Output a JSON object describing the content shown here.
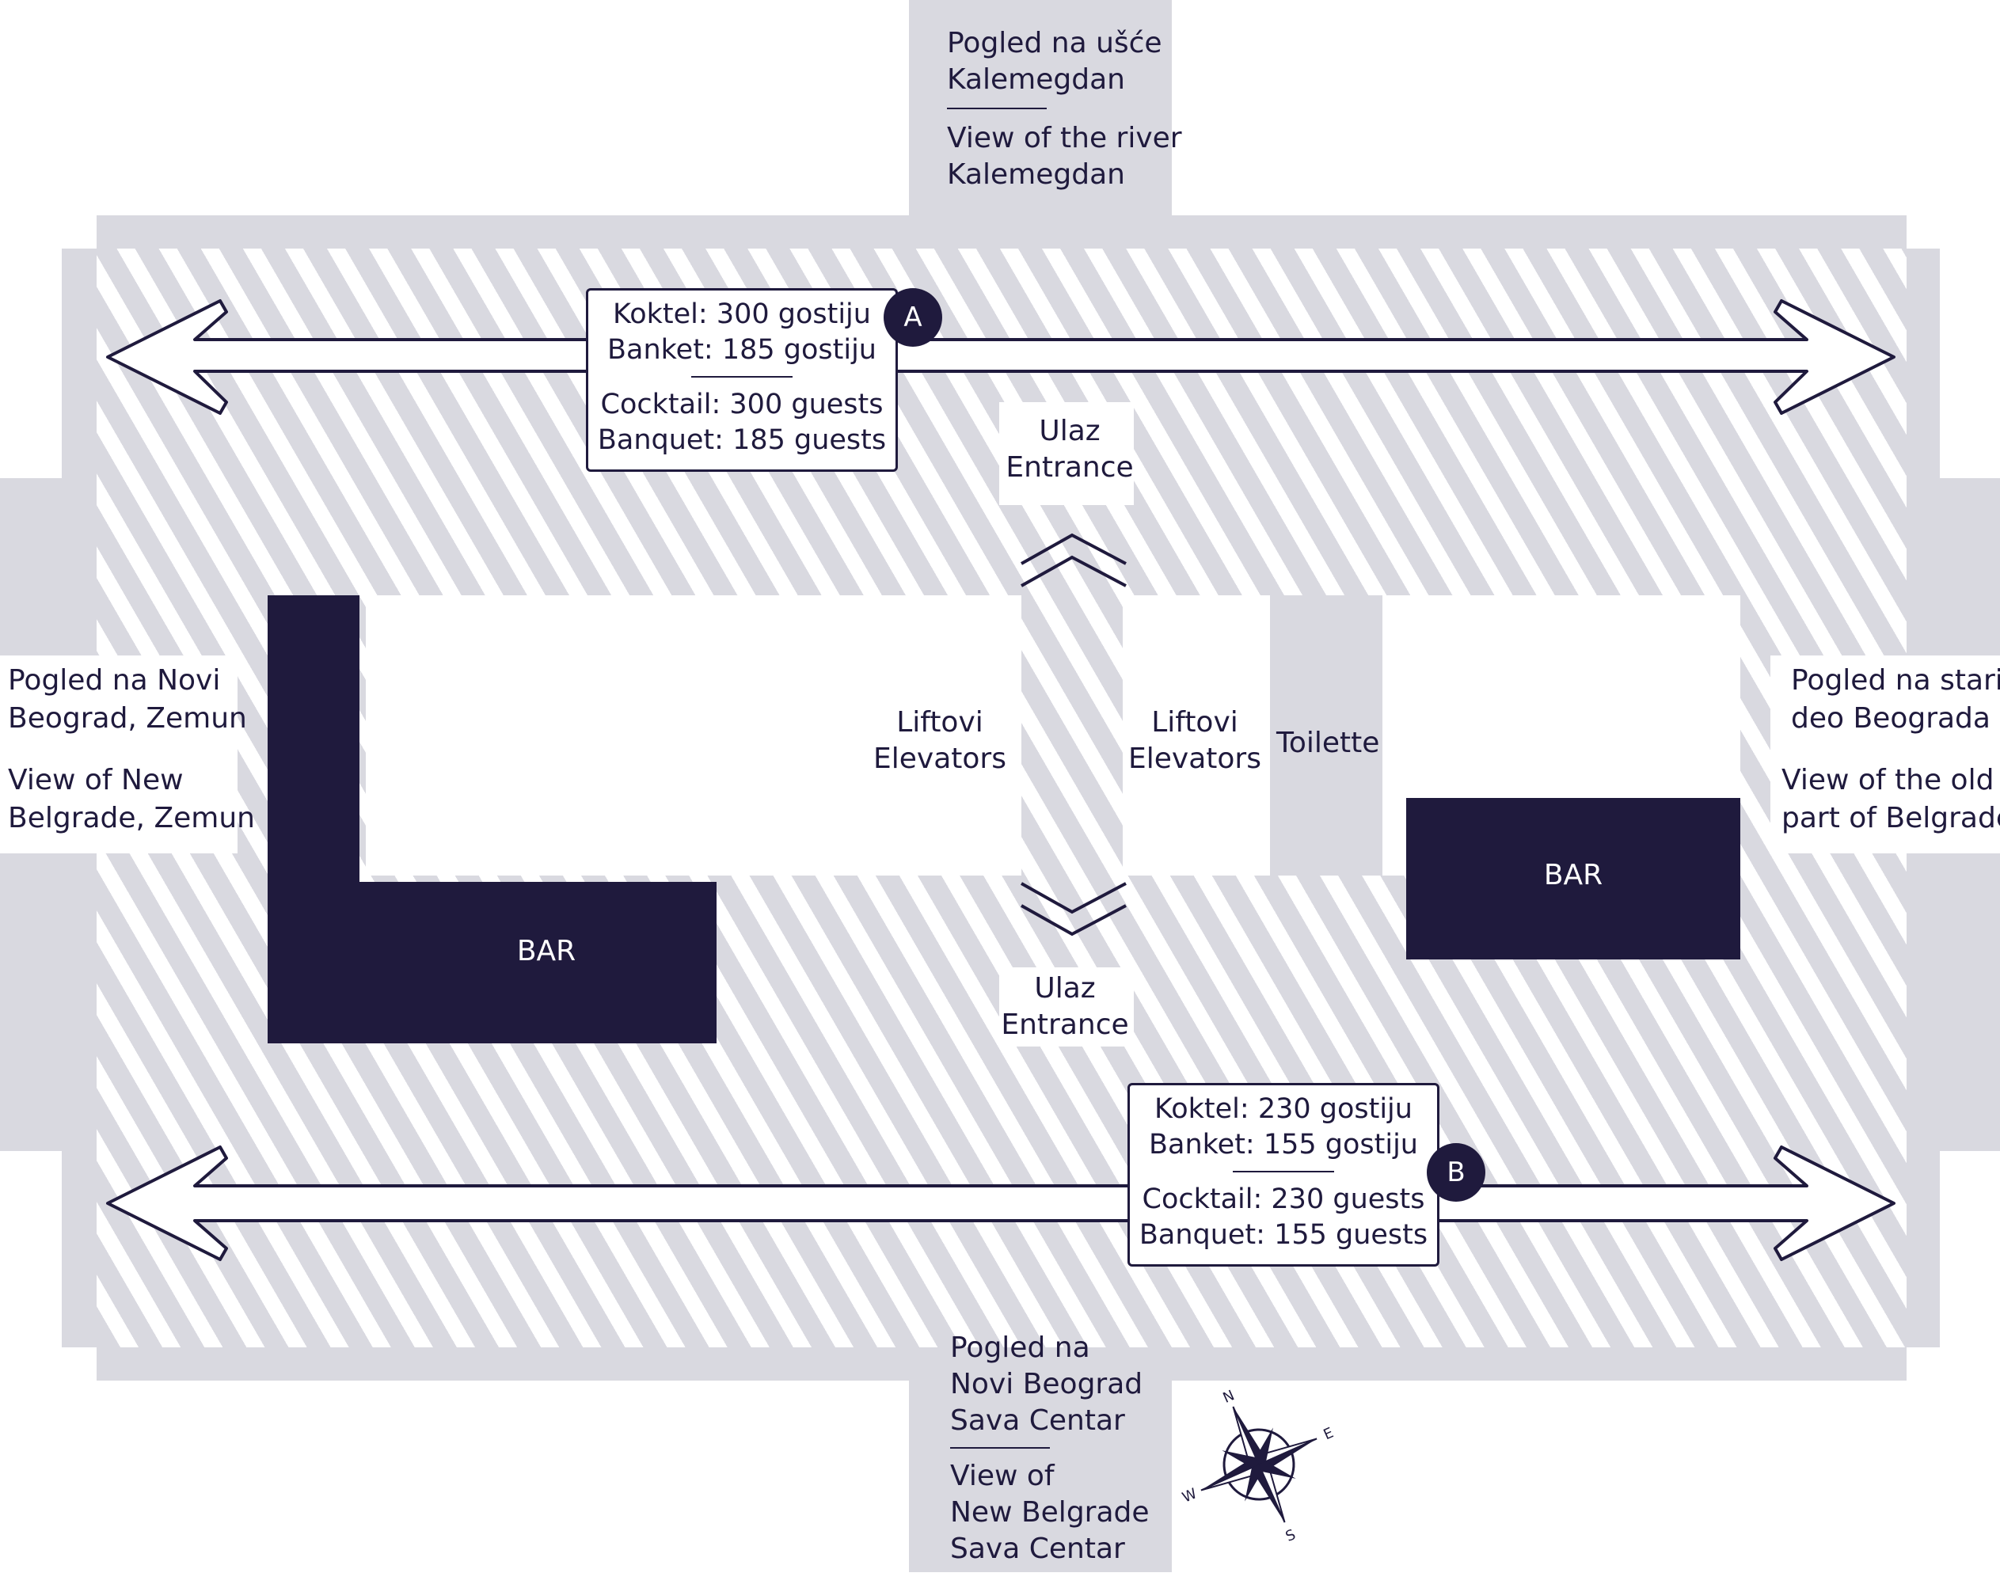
{
  "views": {
    "north": {
      "sr": [
        "Pogled na ušće",
        "Kalemegdan"
      ],
      "en": [
        "View of the river",
        "Kalemegdan"
      ]
    },
    "west": {
      "sr": [
        "Pogled na Novi",
        "Beograd, Zemun"
      ],
      "en": [
        "View of New",
        "Belgrade, Zemun"
      ]
    },
    "east": {
      "sr": [
        "Pogled na stari",
        "deo Beograda"
      ],
      "en": [
        "View of the old",
        "part of Belgrade"
      ]
    },
    "south": {
      "sr": [
        "Pogled na",
        "Novi Beograd",
        "Sava Centar"
      ],
      "en": [
        "View of",
        "New Belgrade",
        "Sava Centar"
      ]
    }
  },
  "areas": {
    "a": {
      "badge": "A",
      "sr": [
        "Koktel: 300 gostiju",
        "Banket: 185 gostiju"
      ],
      "en": [
        "Cocktail: 300 guests",
        "Banquet: 185 guests"
      ]
    },
    "b": {
      "badge": "B",
      "sr": [
        "Koktel: 230 gostiju",
        "Banket: 155 gostiju"
      ],
      "en": [
        "Cocktail: 230 guests",
        "Banquet: 155 guests"
      ]
    }
  },
  "entrances": {
    "north": [
      "Ulaz",
      "Entrance"
    ],
    "south": [
      "Ulaz",
      "Entrance"
    ]
  },
  "elevators": {
    "left": [
      "Liftovi",
      "Elevators"
    ],
    "right": [
      "Liftovi",
      "Elevators"
    ]
  },
  "toilette": "Toilette",
  "bars": {
    "left": "BAR",
    "right": "BAR"
  },
  "compass": {
    "n": "N",
    "e": "E",
    "s": "S",
    "w": "W"
  },
  "colors": {
    "navy": "#1f1a3d",
    "grey": "#d9d9e0"
  }
}
